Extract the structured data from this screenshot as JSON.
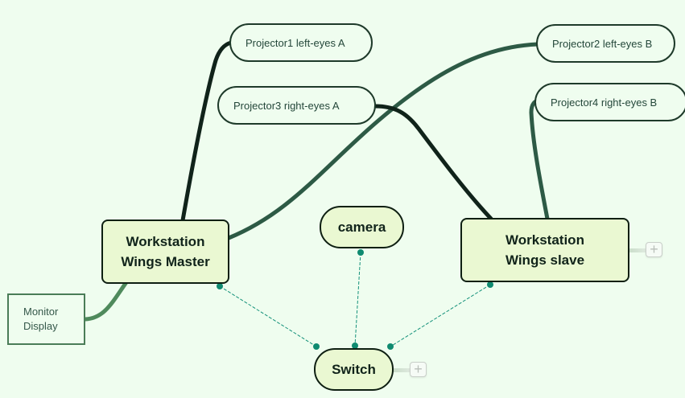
{
  "diagram": {
    "type": "mind-map",
    "colors": {
      "background": "#effdef",
      "main_node_fill": "#eaf8d2",
      "main_node_border": "#0e1f12",
      "connector_dark": "#10231a",
      "connector_green": "#2d5a45",
      "connector_monitor": "#4f8a5c",
      "relation_line": "#14917a"
    },
    "nodes": {
      "master": {
        "line1": "Workstation",
        "line2": "Wings Master"
      },
      "slave": {
        "line1": "Workstation",
        "line2": "Wings slave"
      },
      "camera": {
        "label": "camera"
      },
      "switch": {
        "label": "Switch"
      },
      "projector1": {
        "label": "Projector1 left-eyes A"
      },
      "projector2": {
        "label": "Projector2 left-eyes B"
      },
      "projector3": {
        "label": "Projector3 right-eyes A"
      },
      "projector4": {
        "label": "Projector4 right-eyes B"
      },
      "monitor": {
        "line1": "Monitor",
        "line2": "Display"
      }
    },
    "edges": [
      {
        "from": "master",
        "to": "projector1",
        "style": "solid-dark"
      },
      {
        "from": "master",
        "to": "projector2",
        "style": "solid-green"
      },
      {
        "from": "master",
        "to": "monitor",
        "style": "solid-light-green"
      },
      {
        "from": "slave",
        "to": "projector3",
        "style": "solid-dark"
      },
      {
        "from": "slave",
        "to": "projector4",
        "style": "solid-green"
      },
      {
        "from": "master",
        "to": "switch",
        "style": "dashed-relation"
      },
      {
        "from": "camera",
        "to": "switch",
        "style": "dashed-relation"
      },
      {
        "from": "slave",
        "to": "switch",
        "style": "dashed-relation"
      }
    ],
    "expand_buttons": {
      "slave": {
        "icon": "plus-icon",
        "symbol": "+"
      },
      "switch": {
        "icon": "plus-icon",
        "symbol": "+"
      }
    }
  }
}
